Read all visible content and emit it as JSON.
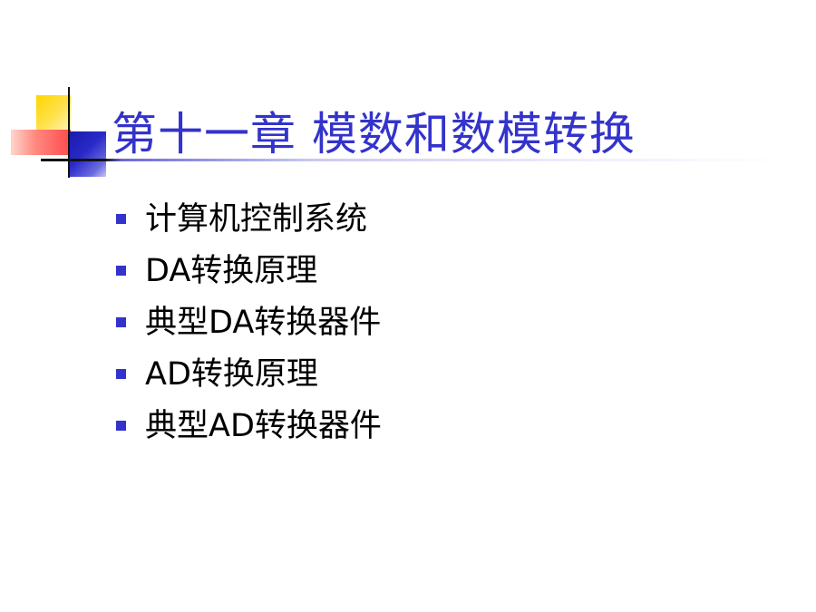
{
  "slide": {
    "title": "第十一章  模数和数模转换",
    "bullets": [
      {
        "text": "计算机控制系统"
      },
      {
        "text": "DA转换原理"
      },
      {
        "text": "典型DA转换器件"
      },
      {
        "text": "AD转换原理"
      },
      {
        "text": "典型AD转换器件"
      }
    ]
  },
  "colors": {
    "title": "#3333cc",
    "bullet_marker": "#3333cc",
    "decor_yellow": "#ffd600",
    "decor_red": "#ff5a5a",
    "decor_blue": "#2929c8"
  },
  "icons": {
    "bullet": "square-bullet-icon"
  }
}
